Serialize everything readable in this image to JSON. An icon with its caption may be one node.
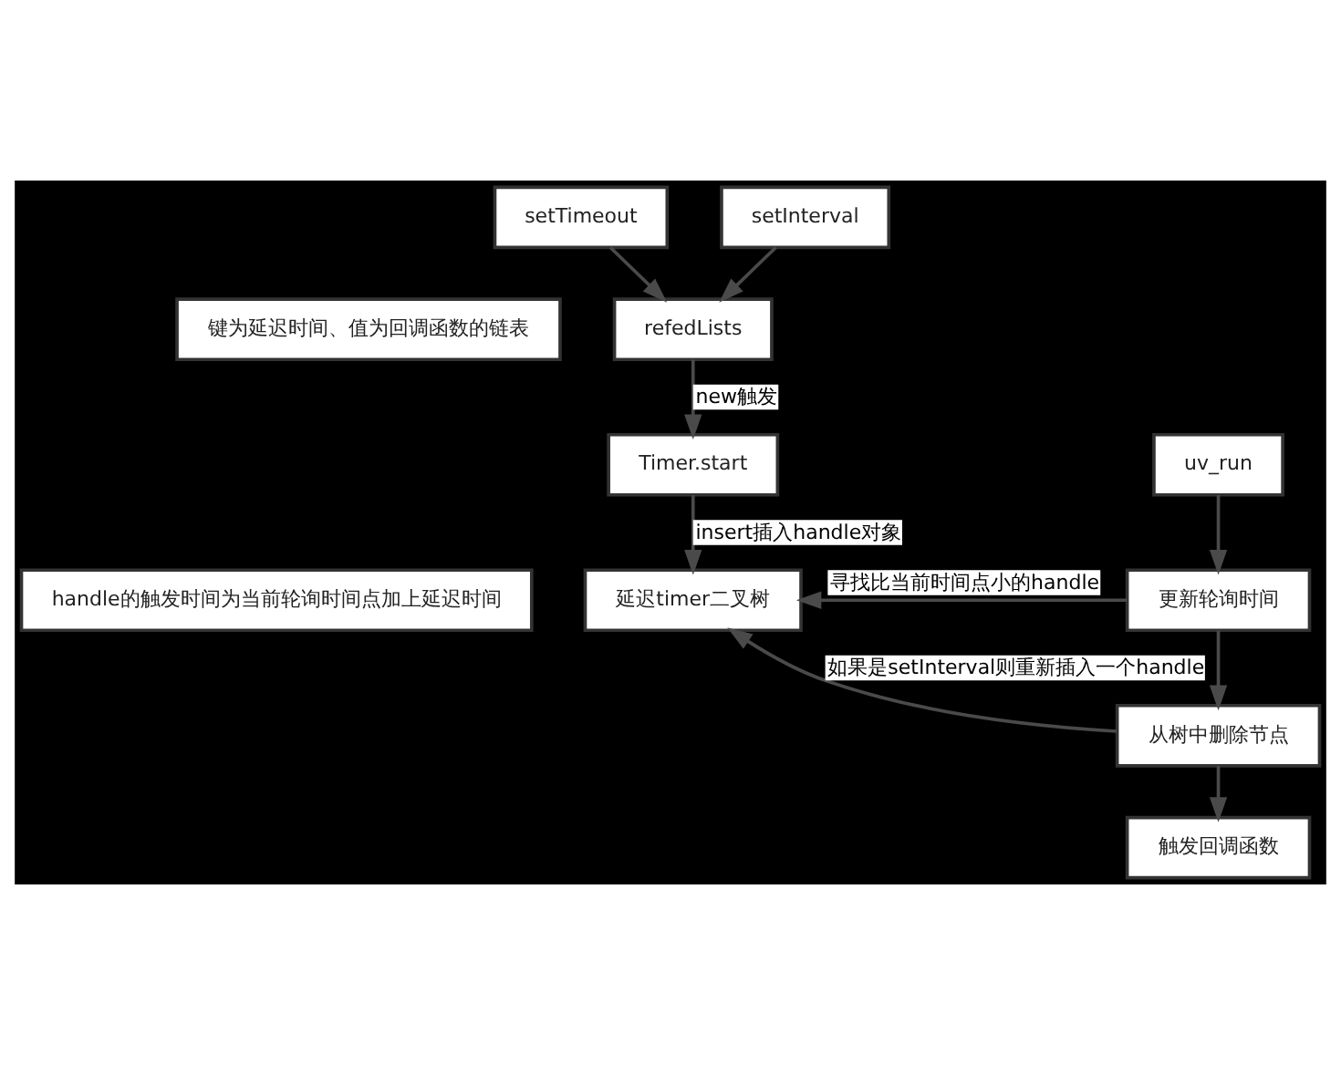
{
  "diagram": {
    "nodes": [
      {
        "text": [
          "setTimeout"
        ]
      },
      {
        "text": [
          "setInterval"
        ]
      },
      {
        "text": [
          "键为延迟时间、值为回调函数的链表"
        ]
      },
      {
        "text": [
          "refedLists"
        ]
      },
      {
        "text": [
          "Timer.start"
        ]
      },
      {
        "text": [
          "uv_run"
        ]
      },
      {
        "text": [
          "handle的触发时间为当前轮询时间点加上延迟时间"
        ]
      },
      {
        "text": [
          "延迟timer二叉树"
        ]
      },
      {
        "text": [
          "更新轮询时间"
        ]
      },
      {
        "text": [
          "从树中删除节点"
        ]
      },
      {
        "text": [
          "触发回调函数"
        ]
      }
    ],
    "edges": [
      {
        "from": 0,
        "to": 3,
        "arrow": "to"
      },
      {
        "from": 1,
        "to": 3,
        "arrow": "to"
      },
      {
        "from": 3,
        "to": 4,
        "arrow": "to",
        "label": "new触发"
      },
      {
        "from": 4,
        "to": 7,
        "arrow": "to",
        "label": "insert插入handle对象"
      },
      {
        "from": 5,
        "to": 8,
        "arrow": "to"
      },
      {
        "from": 8,
        "to": 7,
        "arrow": "to",
        "label": "寻找比当前时间点小的handle"
      },
      {
        "from": 8,
        "to": 9,
        "arrow": "to"
      },
      {
        "from": 9,
        "to": 7,
        "arrow": "to",
        "label": "如果是setInterval则重新插入一个handle"
      },
      {
        "from": 9,
        "to": 10,
        "arrow": "to"
      }
    ]
  }
}
